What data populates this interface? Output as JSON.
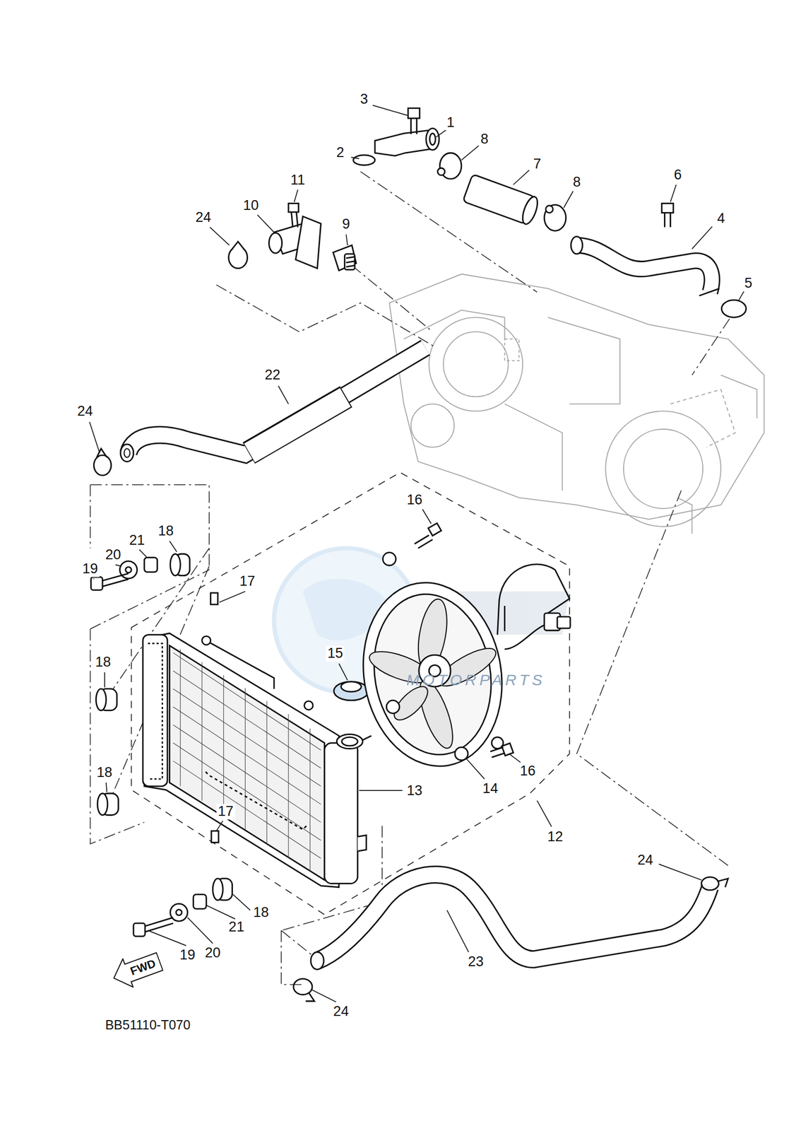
{
  "diagram": {
    "caption": "BB51110-T070",
    "nodes": [
      {
        "text": [
          "FWD"
        ]
      }
    ],
    "labels": [
      "3",
      "1",
      "2",
      "8",
      "7",
      "6",
      "11",
      "8",
      "24",
      "10",
      "9",
      "4",
      "5",
      "22",
      "24",
      "16",
      "18",
      "21",
      "20",
      "19",
      "17",
      "18",
      "15",
      "18",
      "13",
      "14",
      "16",
      "12",
      "17",
      "24",
      "18",
      "21",
      "20",
      "19",
      "23",
      "24",
      "MOTORPARTS"
    ]
  }
}
